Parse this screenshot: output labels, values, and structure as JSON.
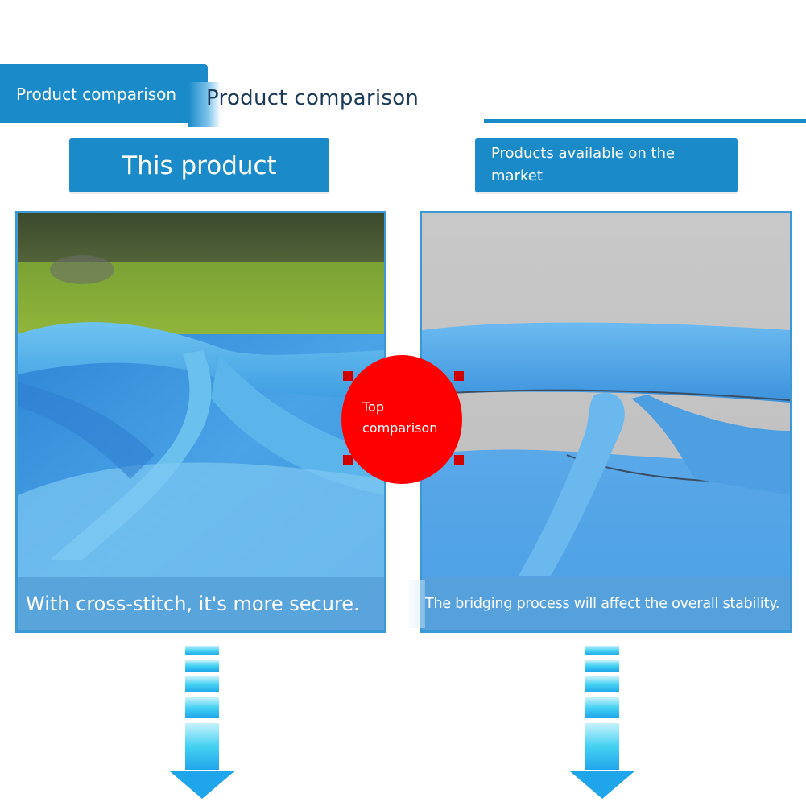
{
  "header": {
    "tag_label": "Product comparison",
    "title": "Product comparison"
  },
  "columns": {
    "left_label": "This product",
    "right_label": "Products available on the market"
  },
  "panels": {
    "left_caption": "With cross-stitch, it's more secure.",
    "right_caption": "The bridging process will affect the overall stability."
  },
  "badge": {
    "line1": "Top",
    "line2": "comparison"
  },
  "colors": {
    "accent_blue": "#1a8ac8",
    "badge_red": "#ff0000",
    "arrow_cyan": "#22c6ee"
  }
}
